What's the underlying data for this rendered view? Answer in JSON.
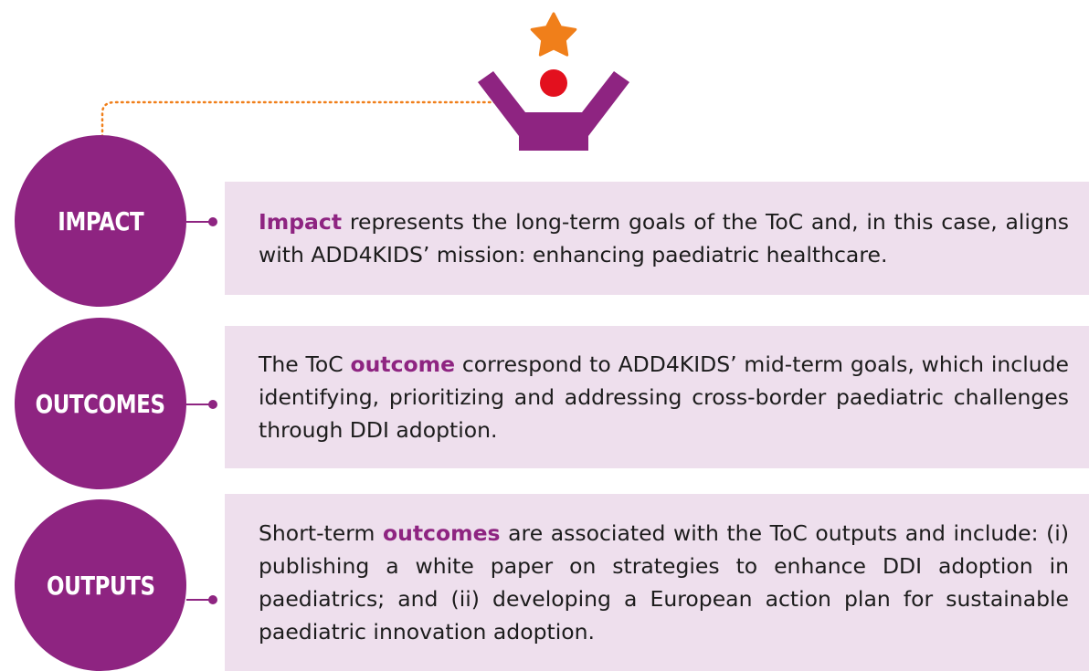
{
  "colors": {
    "primary": "#8e2481",
    "box_bg": "#eedfed",
    "star": "#f07f1a",
    "head": "#e3101e"
  },
  "icons": [
    "star-icon",
    "person-arms-raised-icon"
  ],
  "levels": [
    {
      "label": "IMPACT",
      "before": "",
      "highlight": "Impact",
      "after": " represents the long-term goals of the ToC and, in this case, aligns with ADD4KIDS’ mission: enhancing paediatric healthcare."
    },
    {
      "label": "OUTCOMES",
      "before": "The ToC ",
      "highlight": "outcome",
      "after": " correspond to ADD4KIDS’ mid-term goals, which include identifying, prioritizing and addressing cross-border paediatric challenges through DDI adoption."
    },
    {
      "label": "OUTPUTS",
      "before": "Short-term ",
      "highlight": "outcomes",
      "after": " are associated with the ToC outputs and include: (i) publishing a white paper on strategies to enhance DDI adoption in paediatrics; and (ii) developing a European action plan for sustainable paediatric innovation adoption."
    }
  ]
}
